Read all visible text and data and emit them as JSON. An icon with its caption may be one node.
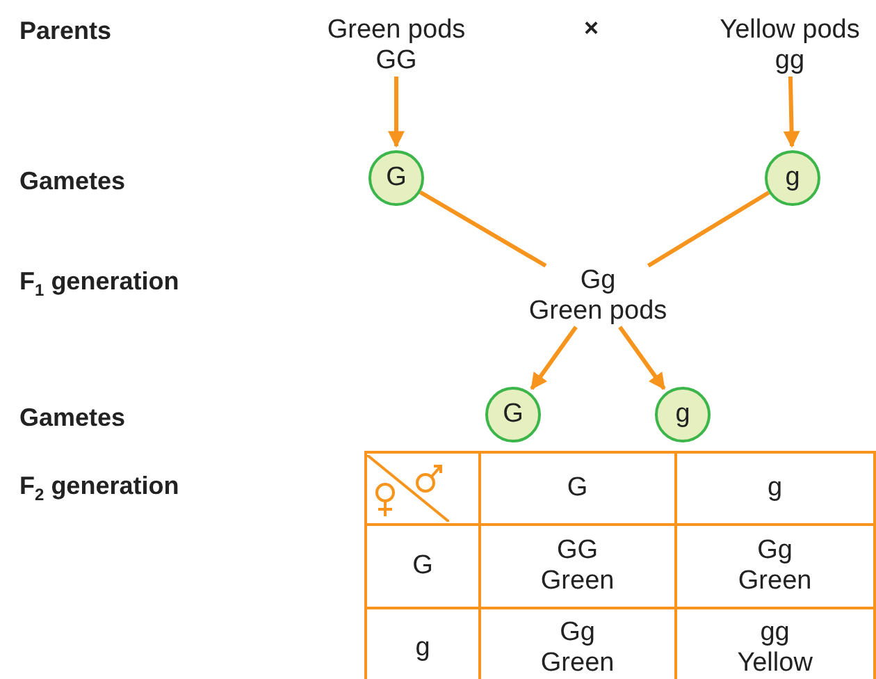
{
  "diagram": {
    "nodes": [
      {
        "text": [
          "Green pods",
          "GG"
        ]
      },
      {
        "text": [
          "Yellow pods",
          "gg"
        ]
      },
      {
        "text": [
          "G"
        ]
      },
      {
        "text": [
          "g"
        ]
      },
      {
        "text": [
          "Gg",
          "Green pods"
        ]
      },
      {
        "text": [
          "G"
        ]
      },
      {
        "text": [
          "g"
        ]
      }
    ],
    "edges": [
      {
        "from": 0,
        "to": 2,
        "arrow": "to"
      },
      {
        "from": 1,
        "to": 3,
        "arrow": "to"
      },
      {
        "from": 2,
        "to": 4,
        "arrow": "none"
      },
      {
        "from": 3,
        "to": 4,
        "arrow": "none"
      },
      {
        "from": 4,
        "to": 5,
        "arrow": "to"
      },
      {
        "from": 4,
        "to": 6,
        "arrow": "to"
      }
    ],
    "labels": [
      "Parents",
      "×",
      "Gametes",
      "F$_{1}$ generation",
      "Gametes",
      "F$_{2}$ generation",
      "G",
      "g",
      "G",
      "GG Green",
      "Gg Green",
      "g",
      "Gg Green",
      "gg Yellow"
    ]
  }
}
